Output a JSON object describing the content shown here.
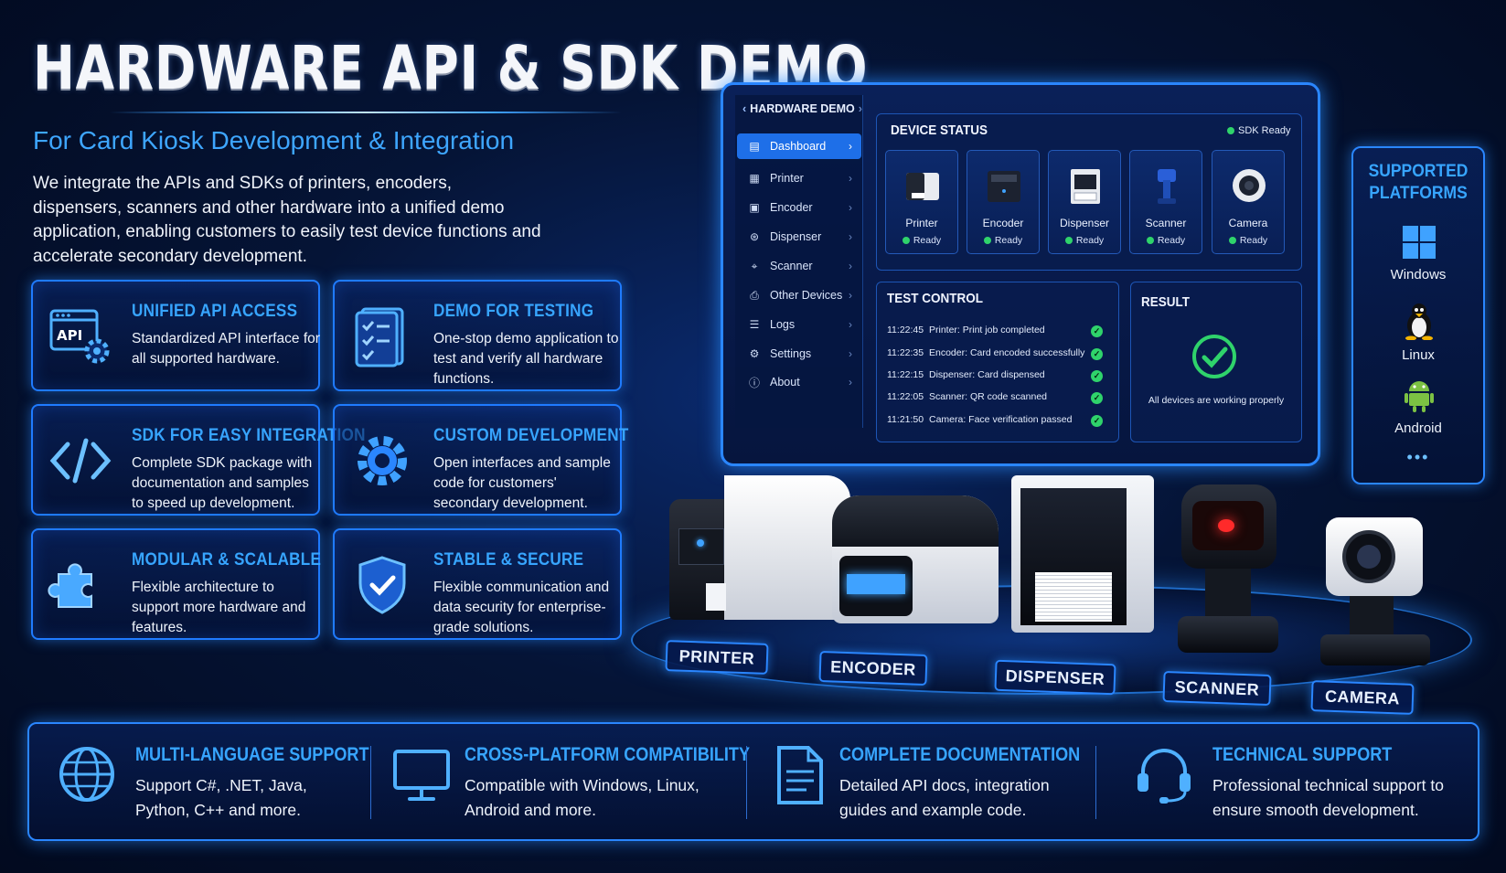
{
  "header": {
    "title": "HARDWARE API & SDK DEMO",
    "subtitle": "For Card Kiosk Development & Integration",
    "intro": "We integrate the APIs and SDKs of printers, encoders, dispensers, scanners and other hardware into a unified demo application, enabling customers to easily test device functions and accelerate secondary development."
  },
  "features": [
    {
      "title": "UNIFIED API ACCESS",
      "desc": "Standardized API interface for all supported hardware.",
      "icon": "api-gear-icon"
    },
    {
      "title": "DEMO FOR TESTING",
      "desc": "One-stop demo application to test and verify all hardware functions.",
      "icon": "checklist-icon"
    },
    {
      "title": "SDK FOR EASY INTEGRATION",
      "desc": "Complete SDK package with documentation and samples to speed up development.",
      "icon": "code-brackets-icon"
    },
    {
      "title": "CUSTOM DEVELOPMENT",
      "desc": "Open interfaces and sample code for customers' secondary development.",
      "icon": "gear-icon"
    },
    {
      "title": "MODULAR & SCALABLE",
      "desc": "Flexible architecture to support more hardware and features.",
      "icon": "puzzle-icon"
    },
    {
      "title": "STABLE & SECURE",
      "desc": "Flexible communication and data security for enterprise-grade solutions.",
      "icon": "shield-check-icon"
    }
  ],
  "demo": {
    "app_title": "HARDWARE DEMO",
    "sidebar": [
      {
        "label": "Dashboard",
        "icon": "printer-icon",
        "active": true
      },
      {
        "label": "Printer",
        "icon": "printer-icon"
      },
      {
        "label": "Encoder",
        "icon": "encoder-icon"
      },
      {
        "label": "Dispenser",
        "icon": "dispenser-icon"
      },
      {
        "label": "Scanner",
        "icon": "scanner-icon"
      },
      {
        "label": "Other Devices",
        "icon": "devices-icon"
      },
      {
        "label": "Logs",
        "icon": "logs-icon"
      },
      {
        "label": "Settings",
        "icon": "settings-icon"
      },
      {
        "label": "About",
        "icon": "info-icon"
      }
    ],
    "device_status": {
      "title": "DEVICE STATUS",
      "sdk_status": "SDK Ready",
      "devices": [
        {
          "name": "Printer",
          "status": "Ready"
        },
        {
          "name": "Encoder",
          "status": "Ready"
        },
        {
          "name": "Dispenser",
          "status": "Ready"
        },
        {
          "name": "Scanner",
          "status": "Ready"
        },
        {
          "name": "Camera",
          "status": "Ready"
        }
      ]
    },
    "test_control": {
      "title": "TEST CONTROL",
      "logs": [
        {
          "time": "11:22:45",
          "message": "Printer: Print job completed"
        },
        {
          "time": "11:22:35",
          "message": "Encoder: Card encoded successfully"
        },
        {
          "time": "11:22:15",
          "message": "Dispenser: Card dispensed"
        },
        {
          "time": "11:22:05",
          "message": "Scanner: QR code scanned"
        },
        {
          "time": "11:21:50",
          "message": "Camera: Face verification passed"
        }
      ]
    },
    "result": {
      "title": "RESULT",
      "message": "All devices are working properly"
    }
  },
  "platforms": {
    "title": "SUPPORTED PLATFORMS",
    "items": [
      "Windows",
      "Linux",
      "Android"
    ],
    "more": "•••"
  },
  "hardware_labels": [
    "PRINTER",
    "ENCODER",
    "DISPENSER",
    "SCANNER",
    "CAMERA"
  ],
  "bottom": [
    {
      "title": "MULTI-LANGUAGE SUPPORT",
      "desc": "Support C#, .NET, Java, Python, C++ and more.",
      "icon": "globe-icon"
    },
    {
      "title": "CROSS-PLATFORM COMPATIBILITY",
      "desc": "Compatible with Windows, Linux, Android and more.",
      "icon": "monitor-icon"
    },
    {
      "title": "COMPLETE DOCUMENTATION",
      "desc": "Detailed API docs, integration guides and example code.",
      "icon": "document-icon"
    },
    {
      "title": "TECHNICAL SUPPORT",
      "desc": "Professional technical support to ensure smooth development.",
      "icon": "headset-icon"
    }
  ],
  "colors": {
    "accent": "#37a5ff",
    "border": "#2a86ff",
    "ready": "#2fd36b"
  }
}
